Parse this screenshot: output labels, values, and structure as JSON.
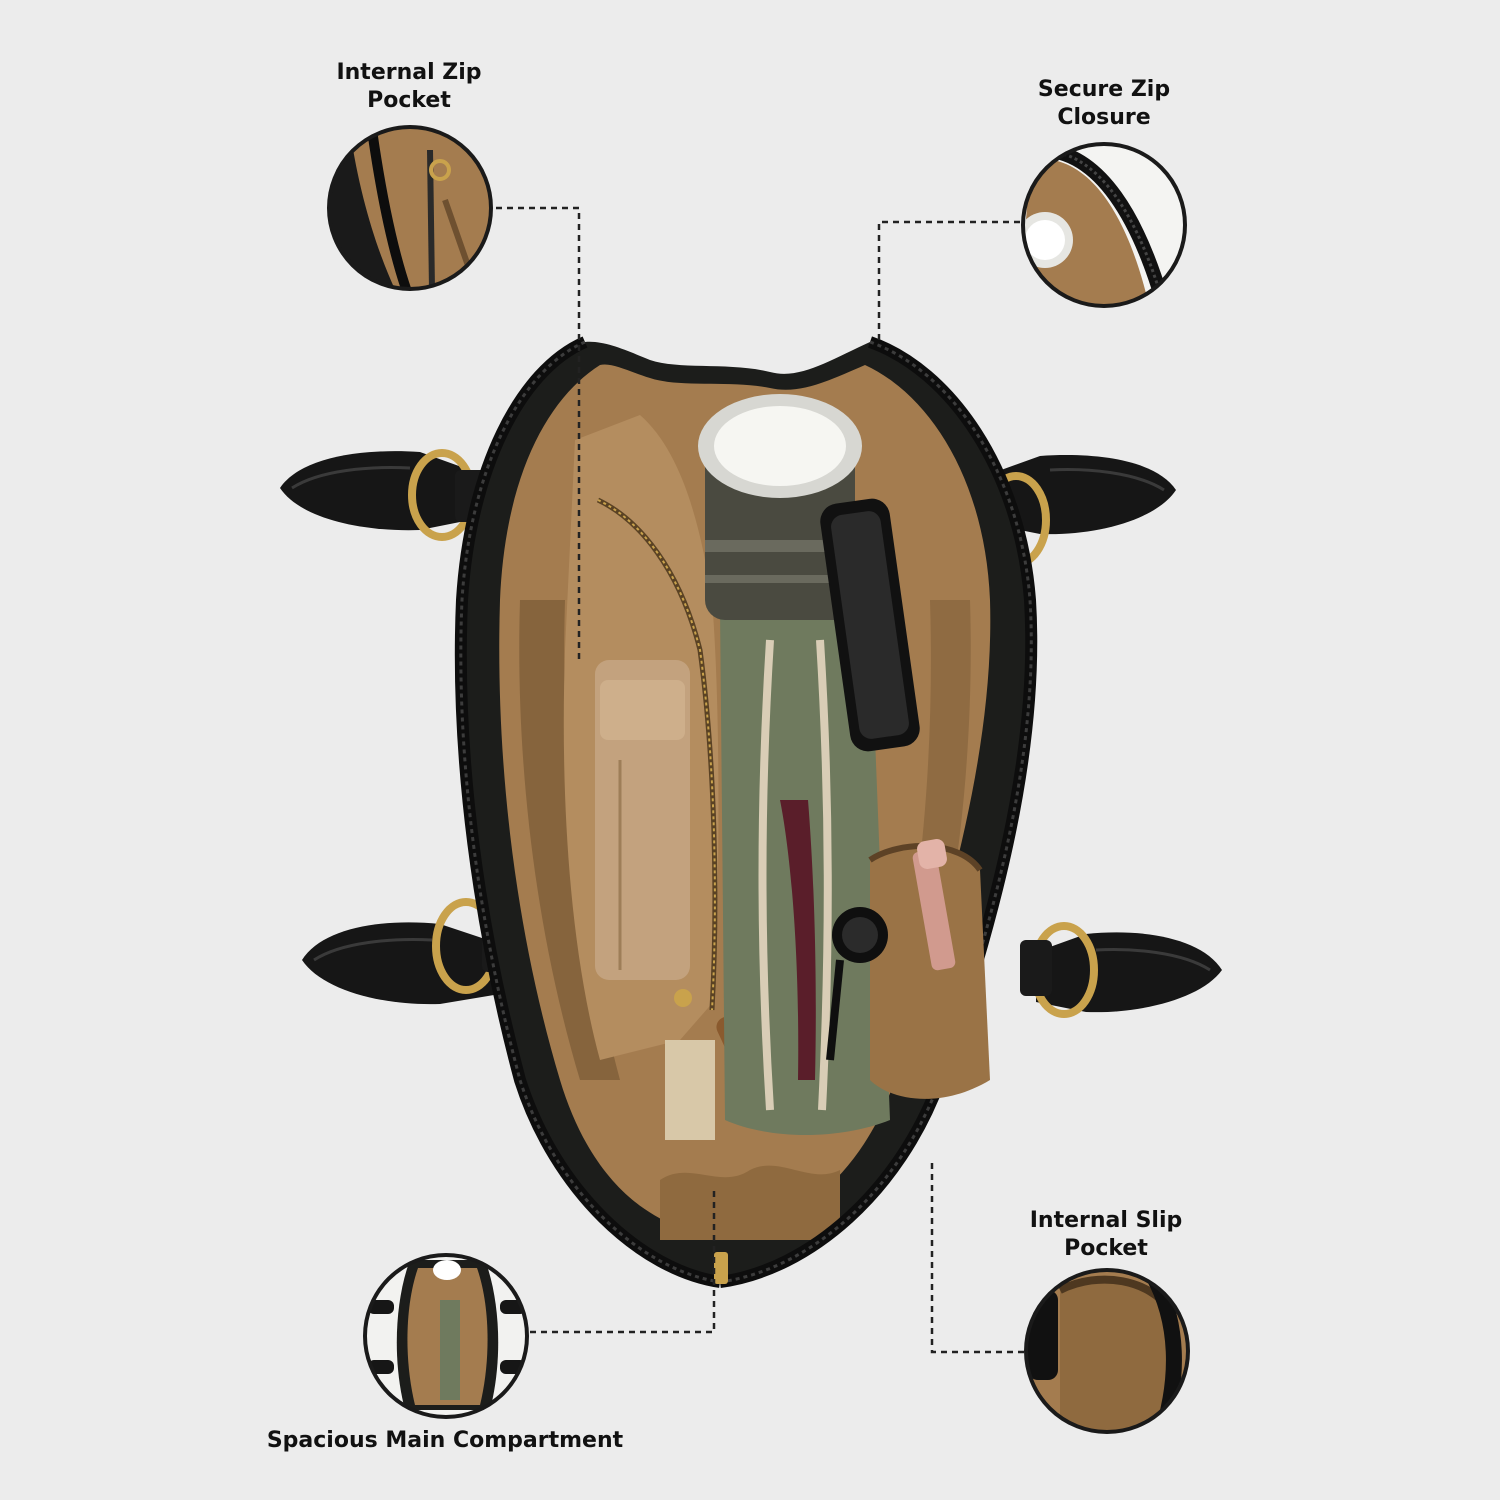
{
  "callouts": {
    "internal_zip_pocket": {
      "line1": "Internal Zip",
      "line2": "Pocket"
    },
    "secure_zip_closure": {
      "line1": "Secure Zip",
      "line2": "Closure"
    },
    "internal_slip_pocket": {
      "line1": "Internal Slip",
      "line2": "Pocket"
    },
    "main_compartment": {
      "line1": "Spacious Main Compartment"
    }
  },
  "colors": {
    "background": "#ececec",
    "bag_leather": "#1c1d1b",
    "lining": "#a47c4f",
    "lining_shadow": "#6e5030",
    "hardware_gold": "#c9a24c",
    "inner_pouch": "#6f7a5e",
    "wallet": "#c3a27e",
    "leader_line": "#222222"
  },
  "icons": {
    "detail_1": "zip-pocket-detail-icon",
    "detail_2": "zip-closure-detail-icon",
    "detail_3": "slip-pocket-detail-icon",
    "detail_4": "bag-overview-icon"
  }
}
